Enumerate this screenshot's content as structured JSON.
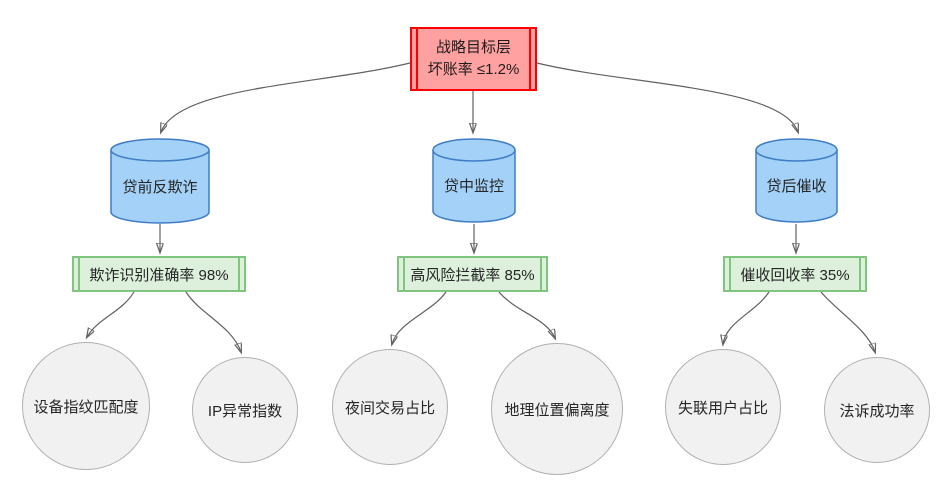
{
  "root": {
    "line1": "战略目标层",
    "line2": "坏账率 ≤1.2%"
  },
  "stages": [
    {
      "label": "贷前反欺诈",
      "metric": "欺诈识别准确率 98%",
      "factors": [
        "设备指纹匹配度",
        "IP异常指数"
      ]
    },
    {
      "label": "贷中监控",
      "metric": "高风险拦截率 85%",
      "factors": [
        "夜间交易占比",
        "地理位置偏离度"
      ]
    },
    {
      "label": "贷后催收",
      "metric": "催收回收率 35%",
      "factors": [
        "失联用户占比",
        "法诉成功率"
      ]
    }
  ],
  "colors": {
    "root_fill": "#ffa1a1",
    "root_border": "#ff0000",
    "cylinder_fill": "#a3d1f7",
    "cylinder_border": "#3f7dc4",
    "metric_fill": "#dcf0dc",
    "metric_border": "#7fc57f",
    "factor_fill": "#f1f1f1",
    "factor_border": "#b0b0b0",
    "edge": "#616161"
  }
}
